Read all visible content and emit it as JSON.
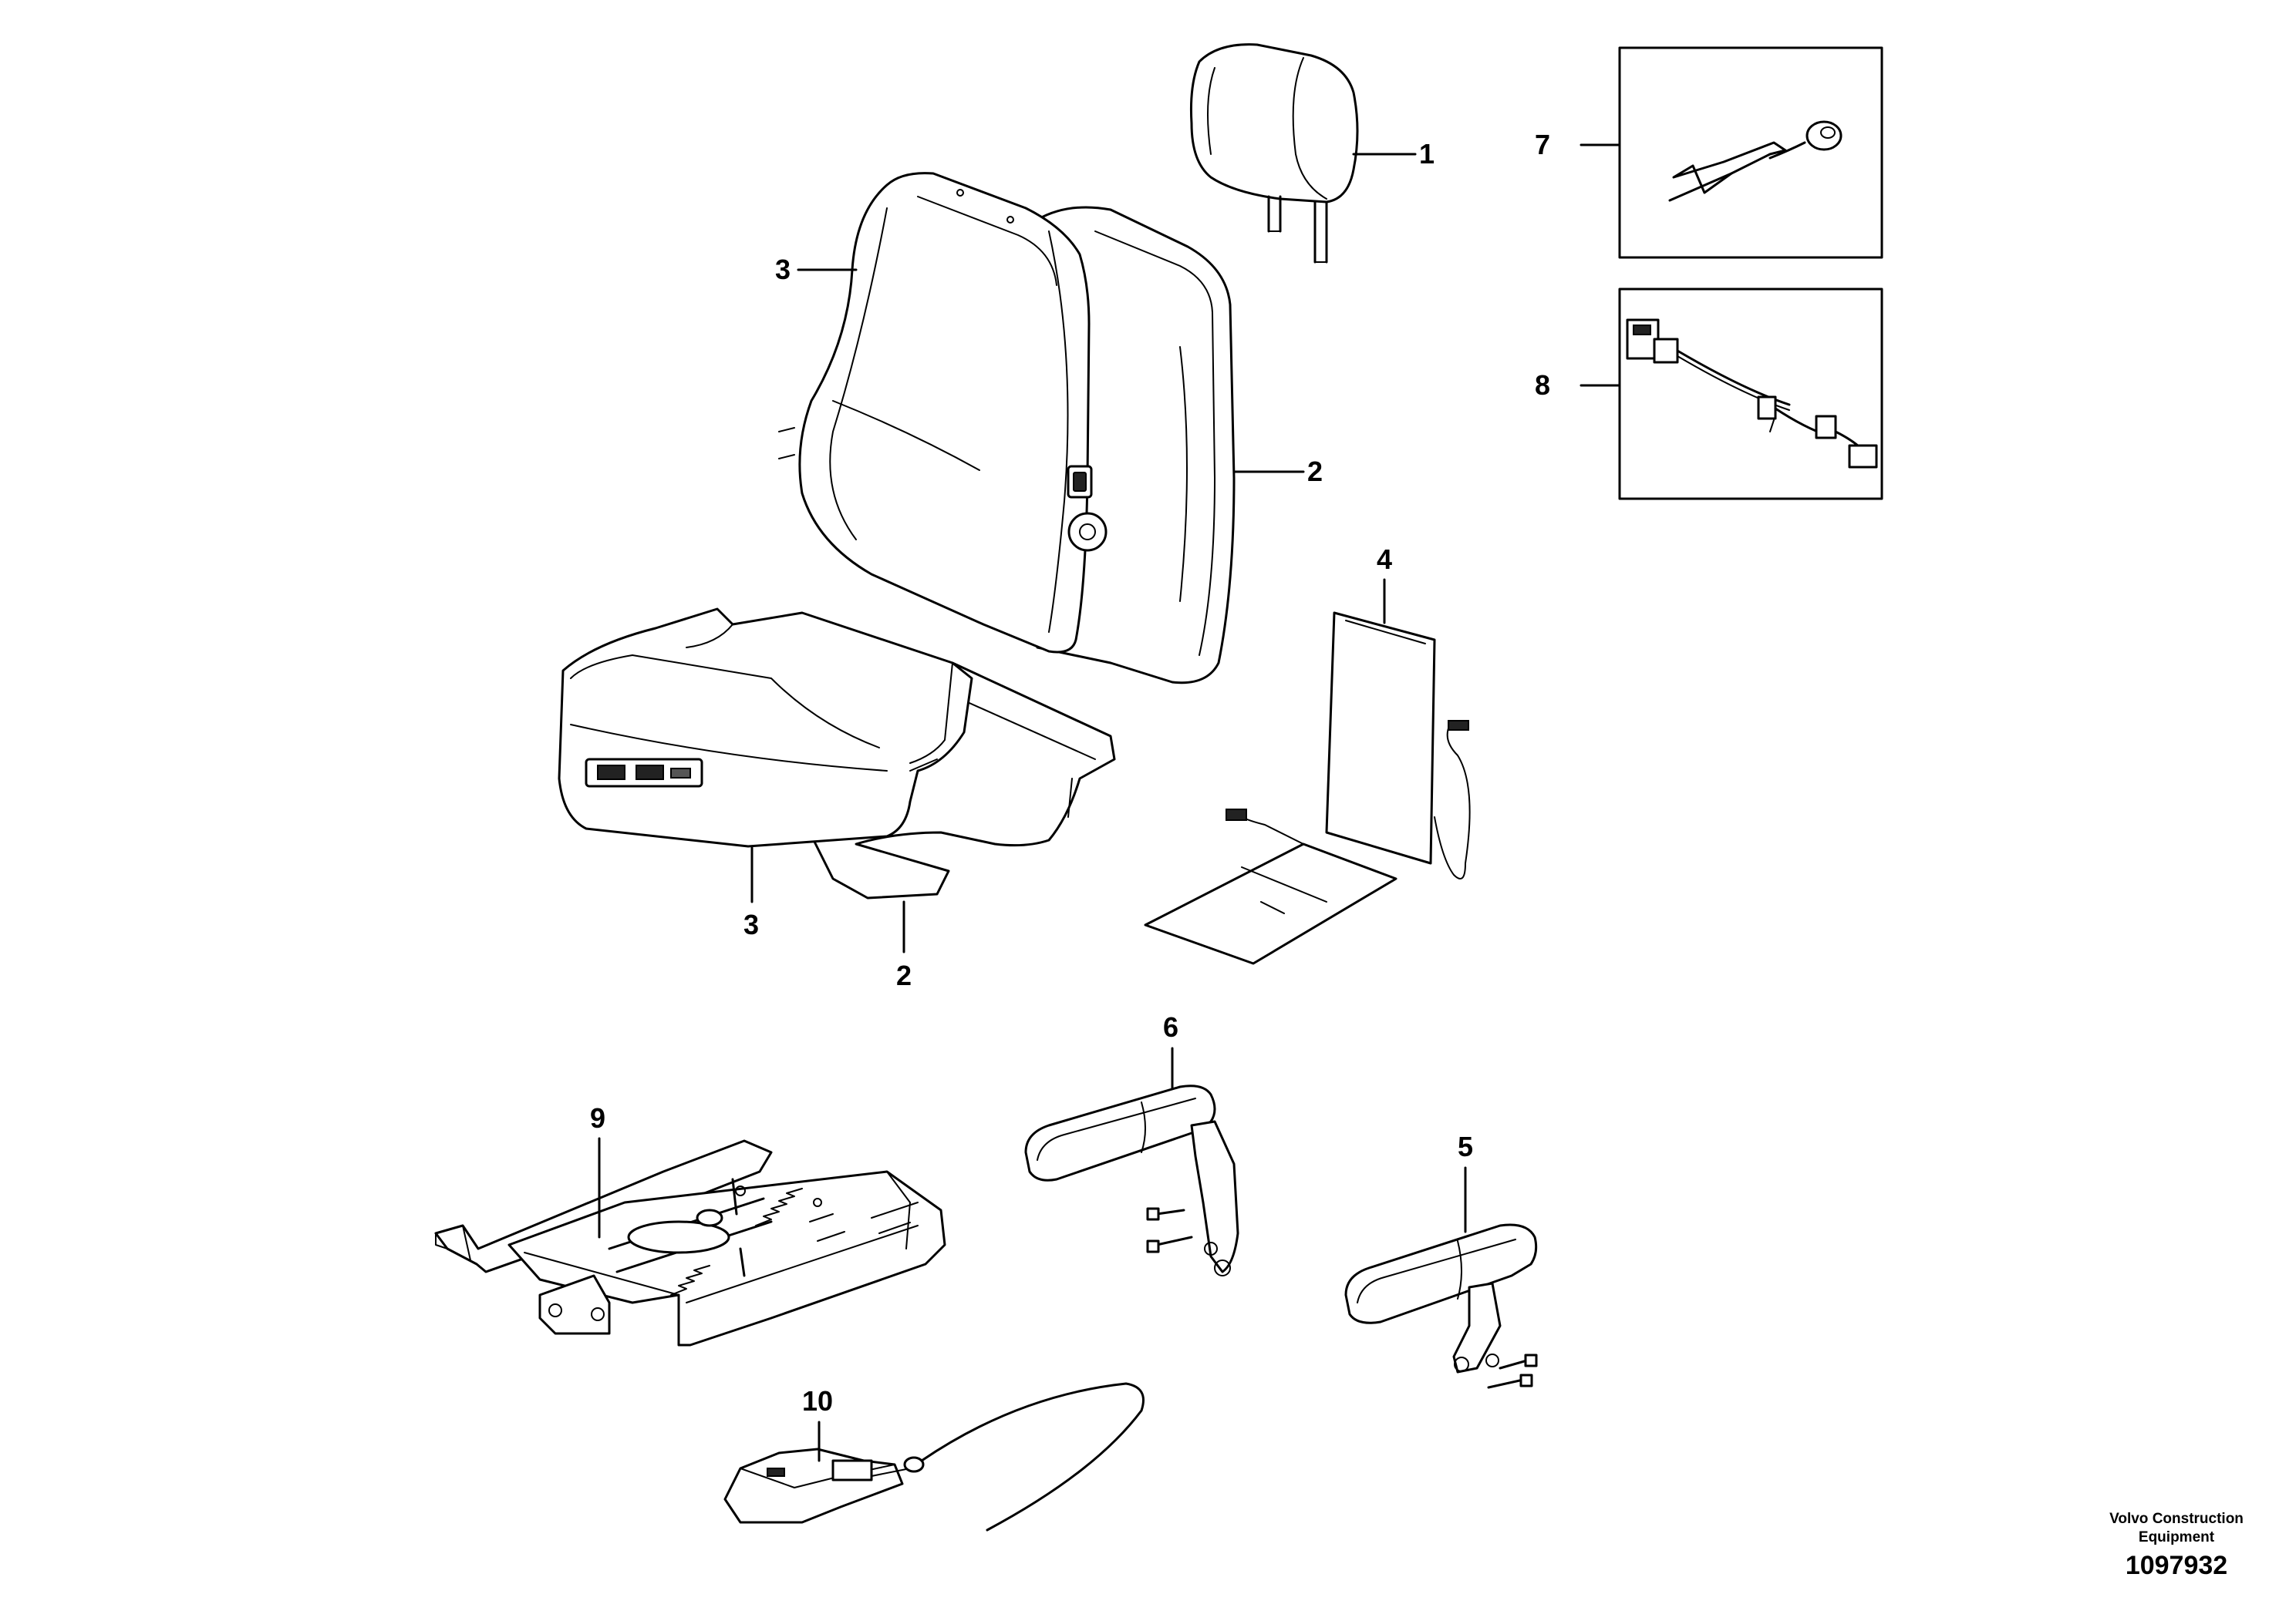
{
  "callouts": {
    "c1": "1",
    "c2_back": "2",
    "c2_seat": "2",
    "c3_back": "3",
    "c3_seat": "3",
    "c4": "4",
    "c5": "5",
    "c6": "6",
    "c7": "7",
    "c8": "8",
    "c9": "9",
    "c10": "10"
  },
  "footer": {
    "brand_line1": "Volvo Construction",
    "brand_line2": "Equipment",
    "drawing_number": "1097932"
  }
}
